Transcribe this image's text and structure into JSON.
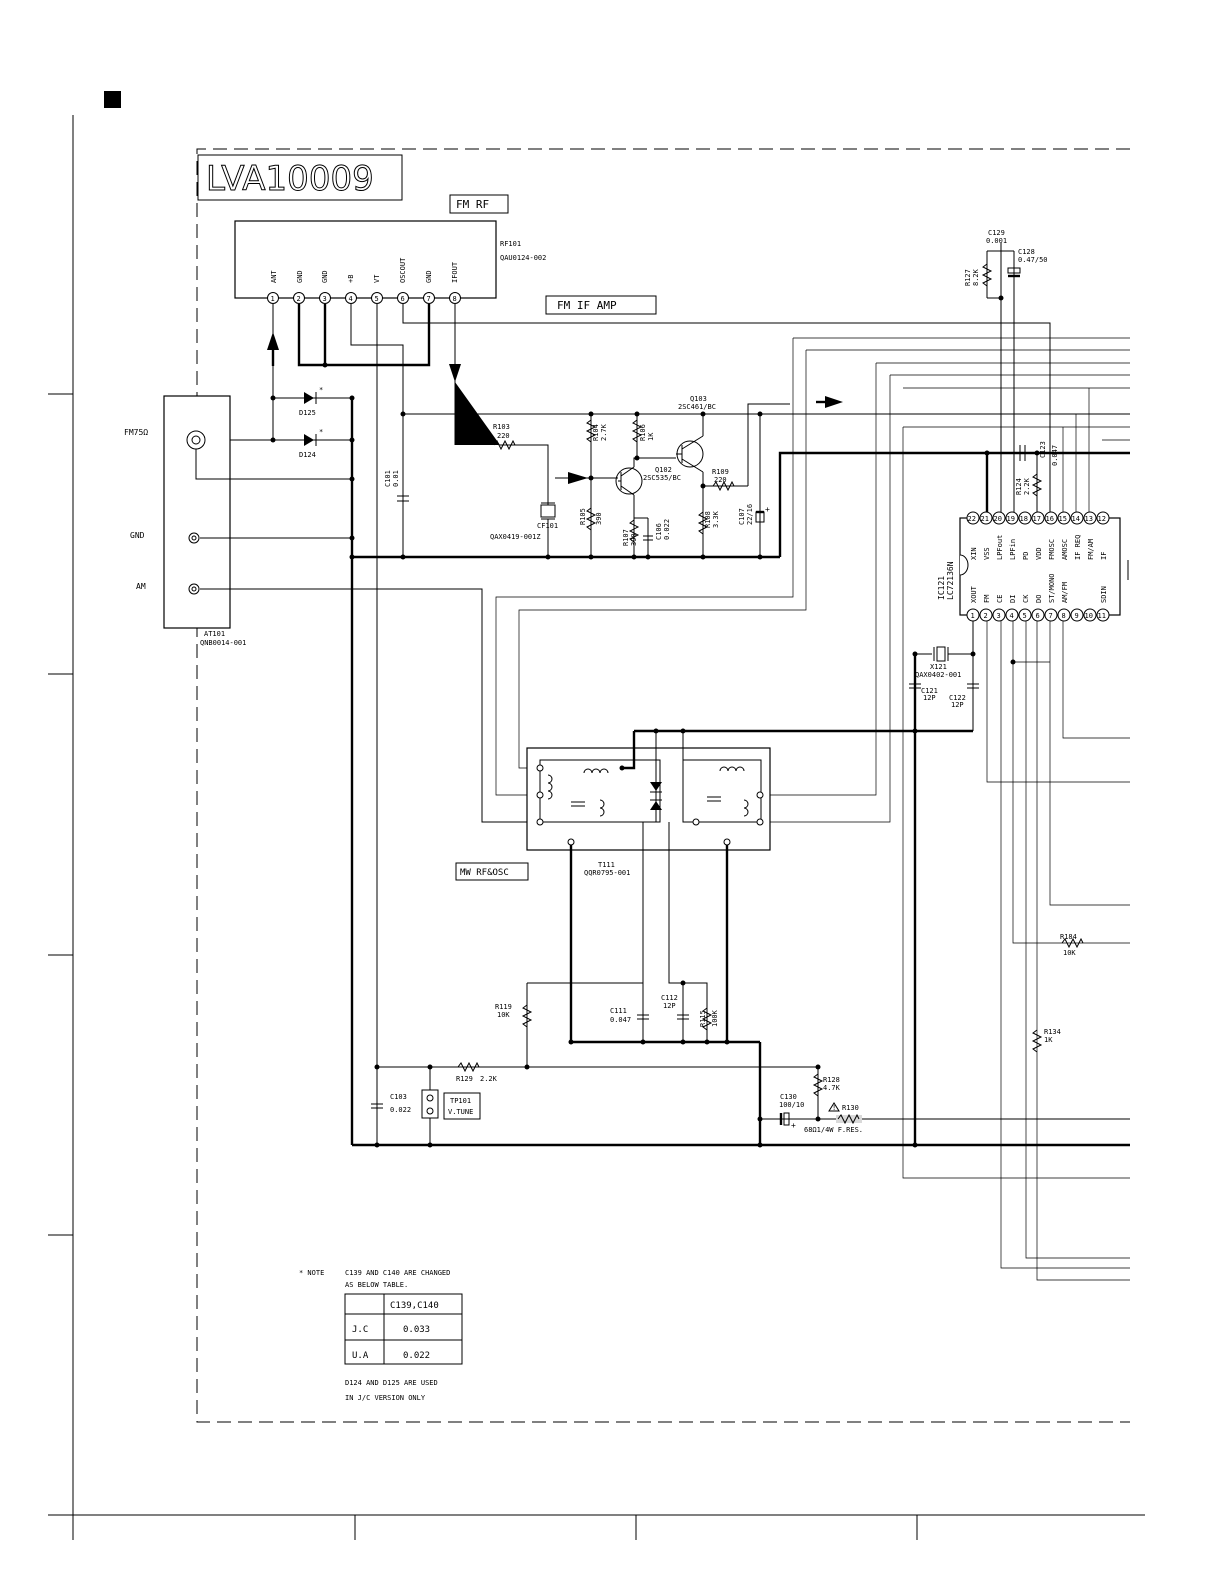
{
  "board": {
    "name": "LVA10009"
  },
  "section_labels": {
    "fm_rf": "FM RF",
    "fm_if_amp": "FM IF AMP",
    "mw_rf_osc": "MW RF&OSC"
  },
  "rf101": {
    "ref": "RF101",
    "part": "QAU0124-002",
    "pins": [
      {
        "num": "1",
        "name": "ANT"
      },
      {
        "num": "2",
        "name": "GND"
      },
      {
        "num": "3",
        "name": "GND"
      },
      {
        "num": "4",
        "name": "+B"
      },
      {
        "num": "5",
        "name": "VT"
      },
      {
        "num": "6",
        "name": "OSCOUT"
      },
      {
        "num": "7",
        "name": "GND"
      },
      {
        "num": "8",
        "name": "IFOUT"
      }
    ]
  },
  "at101": {
    "ref": "AT101",
    "part": "QNB0014-001",
    "fm": "FM75Ω",
    "gnd": "GND",
    "am": "AM"
  },
  "diodes": {
    "d125": "D125",
    "d124": "D124",
    "star": "*"
  },
  "parts": {
    "c101": [
      "C101",
      "0.01"
    ],
    "r103": [
      "R103",
      "220"
    ],
    "cf101": [
      "CF101",
      "QAX0419-001Z"
    ],
    "r104": [
      "R104",
      "2.7K"
    ],
    "r105": [
      "R105",
      "390"
    ],
    "r106": [
      "R106",
      "1K"
    ],
    "r107": [
      "R107",
      "390"
    ],
    "c106": [
      "C106",
      "0.022"
    ],
    "q102": [
      "Q102",
      "2SC535/BC"
    ],
    "q103": [
      "Q103",
      "2SC461/BC"
    ],
    "r109": [
      "R109",
      "220"
    ],
    "r108": [
      "R108",
      "3.3K"
    ],
    "c107": [
      "C107",
      "22/16"
    ],
    "r127": [
      "R127",
      "8.2K"
    ],
    "c129": [
      "C129",
      "0.001"
    ],
    "c128": [
      "C128",
      "0.47/50"
    ],
    "c123": [
      "C123",
      "0.047"
    ],
    "r124": [
      "R124",
      "2.2K"
    ],
    "x121": [
      "X121",
      "QAX0402-001"
    ],
    "c121": [
      "C121",
      "12P"
    ],
    "c122": [
      "C122",
      "12P"
    ],
    "t111": [
      "T111",
      "QQR0795-001"
    ],
    "r119": [
      "R119",
      "10K"
    ],
    "c111": [
      "C111",
      "0.047"
    ],
    "c112": [
      "C112",
      "12P"
    ],
    "r115": [
      "R115",
      "100K"
    ],
    "r129": [
      "R129",
      "2.2K"
    ],
    "c103": [
      "C103",
      "0.022"
    ],
    "tp101": [
      "TP101",
      "V.TUNE"
    ],
    "c130": [
      "C130",
      "100/10"
    ],
    "r128": [
      "R128",
      "4.7K"
    ],
    "r130": [
      "R130",
      "68Ω1/4W F.RES."
    ],
    "r184": [
      "R184",
      "10K"
    ],
    "r134": [
      "R134",
      "1K"
    ]
  },
  "ic121": {
    "ref": "IC121",
    "part": "LC72136N",
    "top_pins": [
      {
        "num": "22",
        "name": "XIN"
      },
      {
        "num": "21",
        "name": "VSS"
      },
      {
        "num": "20",
        "name": "LPFout"
      },
      {
        "num": "19",
        "name": "LPFin"
      },
      {
        "num": "18",
        "name": "PD"
      },
      {
        "num": "17",
        "name": "VDD"
      },
      {
        "num": "16",
        "name": "FMOSC"
      },
      {
        "num": "15",
        "name": "AMOSC"
      },
      {
        "num": "14",
        "name": "IF REQ"
      },
      {
        "num": "13",
        "name": "FM/AM"
      },
      {
        "num": "12",
        "name": "IF"
      }
    ],
    "bottom_pins": [
      {
        "num": "1",
        "name": "XOUT"
      },
      {
        "num": "2",
        "name": "FM"
      },
      {
        "num": "3",
        "name": "CE"
      },
      {
        "num": "4",
        "name": "DI"
      },
      {
        "num": "5",
        "name": "CK"
      },
      {
        "num": "6",
        "name": "DO"
      },
      {
        "num": "7",
        "name": "ST/MONO"
      },
      {
        "num": "8",
        "name": "AM/FM"
      },
      {
        "num": "9",
        "name": ""
      },
      {
        "num": "10",
        "name": ""
      },
      {
        "num": "11",
        "name": "SDIN"
      }
    ]
  },
  "note": {
    "marker": "* NOTE",
    "line1": "C139 AND C140 ARE CHANGED",
    "line2": "AS BELOW TABLE.",
    "table": {
      "header": [
        "",
        "C139,C140"
      ],
      "rows": [
        [
          "J.C",
          "0.033"
        ],
        [
          "U.A",
          "0.022"
        ]
      ]
    },
    "line3": "D124 AND D125 ARE USED",
    "line4": "IN J/C VERSION ONLY"
  }
}
